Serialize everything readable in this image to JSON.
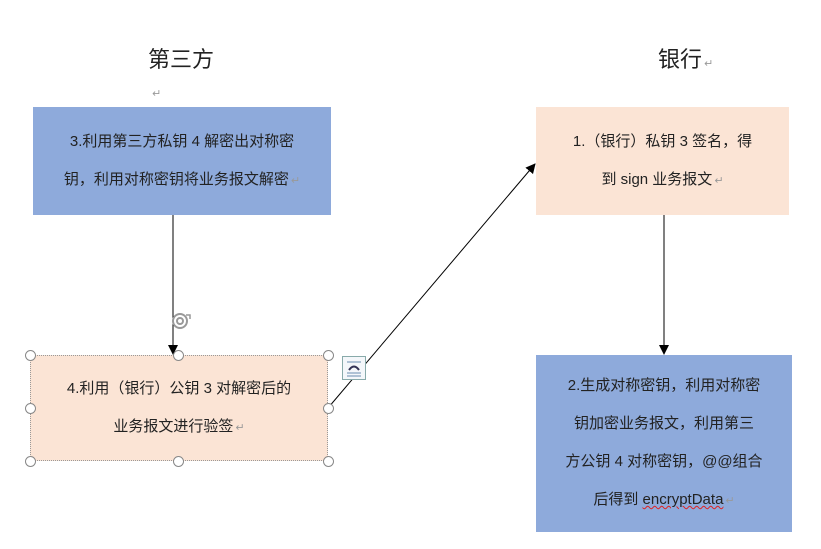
{
  "titles": {
    "third_party": "第三方",
    "bank": "银行"
  },
  "boxes": {
    "step3": {
      "line1": "3.利用第三方私钥 4 解密出对称密",
      "line2": "钥，利用对称密钥将业务报文解密"
    },
    "step1": {
      "line1": "1.（银行）私钥 3 签名，得",
      "line2": "到 sign 业务报文"
    },
    "step4": {
      "line1": "4.利用（银行）公钥 3 对解密后的",
      "line2": "业务报文进行验签"
    },
    "step2": {
      "line1": "2.生成对称密钥，利用对称密",
      "line2": "钥加密业务报文，利用第三",
      "line3": "方公钥 4 对称密钥，@@组合",
      "line4_prefix": "后得到 ",
      "line4_word": "encryptData"
    }
  },
  "paragraph_mark": "↵",
  "colors": {
    "blue": "#8eaadb",
    "peach": "#fbe4d5"
  }
}
